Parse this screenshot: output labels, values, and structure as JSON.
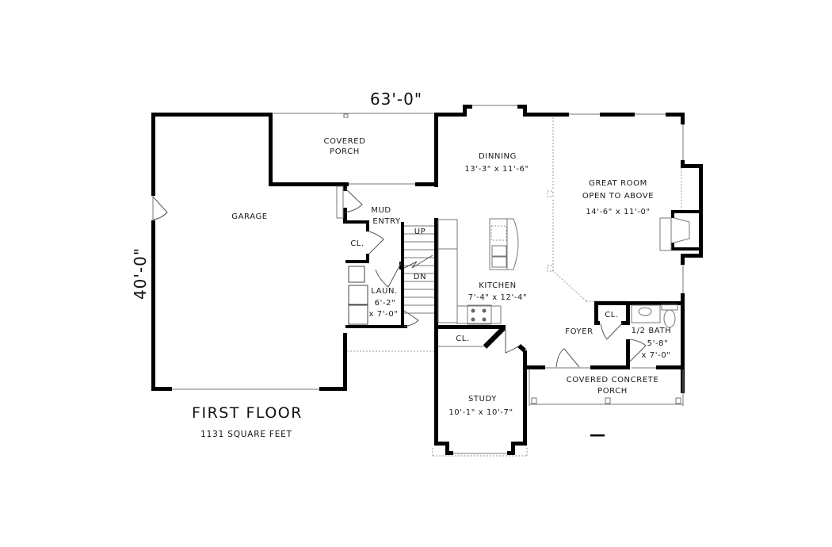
{
  "plan": {
    "title": "FIRST FLOOR",
    "square_feet": "1131 SQUARE FEET",
    "overall_width": "63'-0\"",
    "overall_depth": "40'-0\""
  },
  "rooms": {
    "garage": {
      "name": "GARAGE"
    },
    "covered_porch": {
      "line1": "COVERED",
      "line2": "PORCH"
    },
    "mud_entry": {
      "line1": "MUD",
      "line2": "ENTRY"
    },
    "mud_closet": {
      "name": "CL."
    },
    "laundry": {
      "name": "LAUN.",
      "dim1": "6'-2\"",
      "dim2": "x 7'-0\""
    },
    "stairs": {
      "up": "UP",
      "down": "DN"
    },
    "dinning": {
      "name": "DINNING",
      "dims": "13'-3\" x 11'-6\""
    },
    "great_room": {
      "line1": "GREAT ROOM",
      "line2": "OPEN TO ABOVE",
      "dims": "14'-6\" x 11'-0\""
    },
    "kitchen": {
      "name": "KITCHEN",
      "dims": "7'-4\" x 12'-4\""
    },
    "foyer": {
      "name": "FOYER"
    },
    "foyer_closet": {
      "name": "CL."
    },
    "half_bath": {
      "name": "1/2 BATH",
      "dim1": "5'-8\"",
      "dim2": "x 7'-0\""
    },
    "study_closet": {
      "name": "CL."
    },
    "study": {
      "name": "STUDY",
      "dims": "10'-1\" x 10'-7\""
    },
    "covered_concrete_porch": {
      "line1": "COVERED CONCRETE",
      "line2": "PORCH"
    }
  }
}
